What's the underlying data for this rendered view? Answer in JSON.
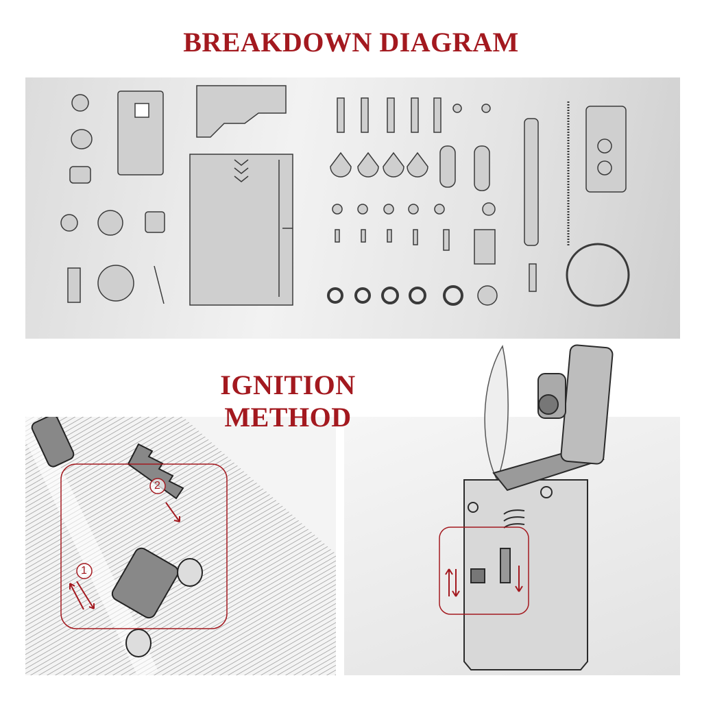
{
  "sections": {
    "breakdown": {
      "title": "BREAKDOWN DIAGRAM"
    },
    "ignition": {
      "title": "IGNITION METHOD",
      "steps": [
        "1",
        "2"
      ]
    }
  },
  "colors": {
    "accent": "#a3191f",
    "panel": "#e6e6e6",
    "ink": "#333333"
  }
}
